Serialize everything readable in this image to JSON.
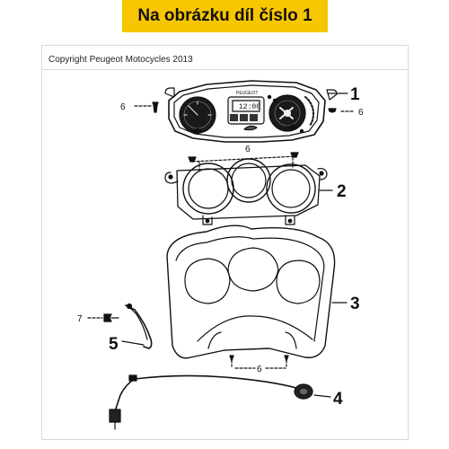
{
  "banner": {
    "text": "Na obrázku díl číslo 1",
    "bg_color": "#f7c600"
  },
  "copyright": "Copyright Peugeot Motocycles 2013",
  "dashboard": {
    "brand": "PEUGEOT",
    "display": "12:00"
  },
  "callouts": {
    "part1": "1",
    "part2": "2",
    "part3": "3",
    "part4": "4",
    "part5": "5",
    "screw_top_left": "6",
    "screw_top_right": "6",
    "screw_middle": "6",
    "screw_bottom": "6",
    "part7": "7"
  }
}
